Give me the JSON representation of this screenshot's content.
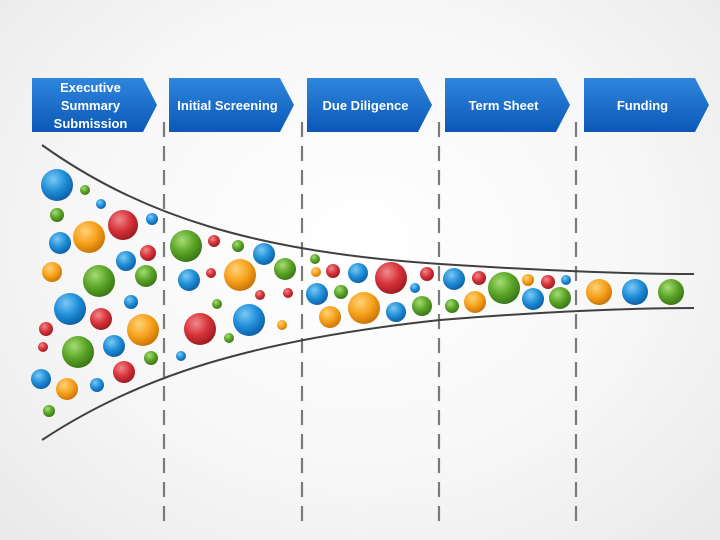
{
  "diagram": {
    "stages": [
      {
        "label_lines": [
          "Executive",
          "Summary",
          "Submission"
        ]
      },
      {
        "label_lines": [
          "Initial Screening"
        ]
      },
      {
        "label_lines": [
          "Due Diligence"
        ]
      },
      {
        "label_lines": [
          "Term Sheet"
        ]
      },
      {
        "label_lines": [
          "Funding"
        ]
      }
    ],
    "colors": {
      "chevron_top": "#2f86de",
      "chevron_bottom": "#0b58b6",
      "divider": "#7a7a7a",
      "funnel_line": "#404040",
      "blue": "#1f8fd8",
      "orange": "#f7a21b",
      "green": "#5aa528",
      "red": "#d6333a"
    }
  }
}
